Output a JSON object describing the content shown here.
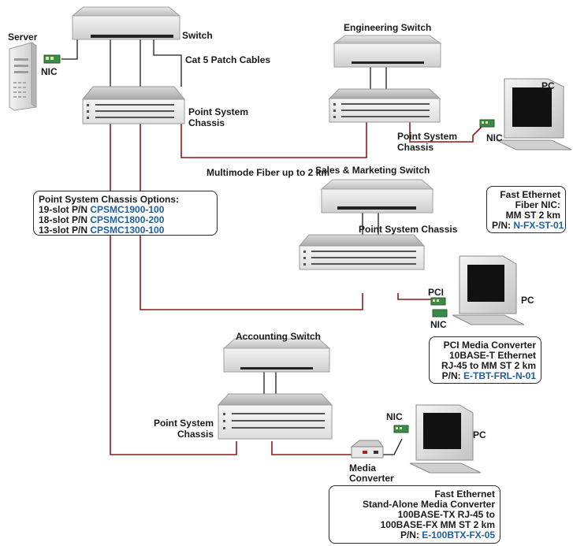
{
  "labels": {
    "server": "Server",
    "switch": "Switch",
    "nic": "NIC",
    "cat5": "Cat 5 Patch Cables",
    "psc_line1": "Point System",
    "psc_line2": "Chassis",
    "engineering_switch": "Engineering Switch",
    "pc": "PC",
    "multimode_fiber": "Multimode Fiber up to 2 km",
    "sales_switch": "Sales & Marketing Switch",
    "psc_single": "Point System Chassis",
    "pci": "PCI",
    "accounting_switch": "Accounting Switch",
    "media_converter_line1": "Media",
    "media_converter_line2": "Converter"
  },
  "chassis_options": {
    "title": "Point System Chassis Options:",
    "rows": [
      {
        "prefix": "19-slot P/N ",
        "pn": "CPSMC1900-100"
      },
      {
        "prefix": "18-slot P/N ",
        "pn": "CPSMC1800-200"
      },
      {
        "prefix": "13-slot P/N ",
        "pn": "CPSMC1300-100"
      }
    ]
  },
  "fiber_nic_box": {
    "line1": "Fast Ethernet",
    "line2": "Fiber NIC:",
    "line3": "MM ST 2 km",
    "pn_prefix": "P/N: ",
    "pn": "N-FX-ST-01"
  },
  "pci_box": {
    "line1": "PCI Media Converter",
    "line2": "10BASE-T Ethernet",
    "line3": "RJ-45 to MM ST 2 km",
    "pn_prefix": "P/N: ",
    "pn": "E-TBT-FRL-N-01"
  },
  "standalone_box": {
    "line1": "Fast Ethernet",
    "line2": "Stand-Alone Media Converter",
    "line3": "100BASE-TX RJ-45 to",
    "line4": "100BASE-FX MM ST 2 km",
    "pn_prefix": "P/N: ",
    "pn": "E-100BTX-FX-05"
  },
  "colors": {
    "fiber": "#8b1a1a",
    "cable": "#1a1a1a",
    "device_fill": "#dcdcdc",
    "device_top": "#c8c8c8",
    "part_number": "#1f5f9f",
    "nic": "#3a8a4a"
  }
}
